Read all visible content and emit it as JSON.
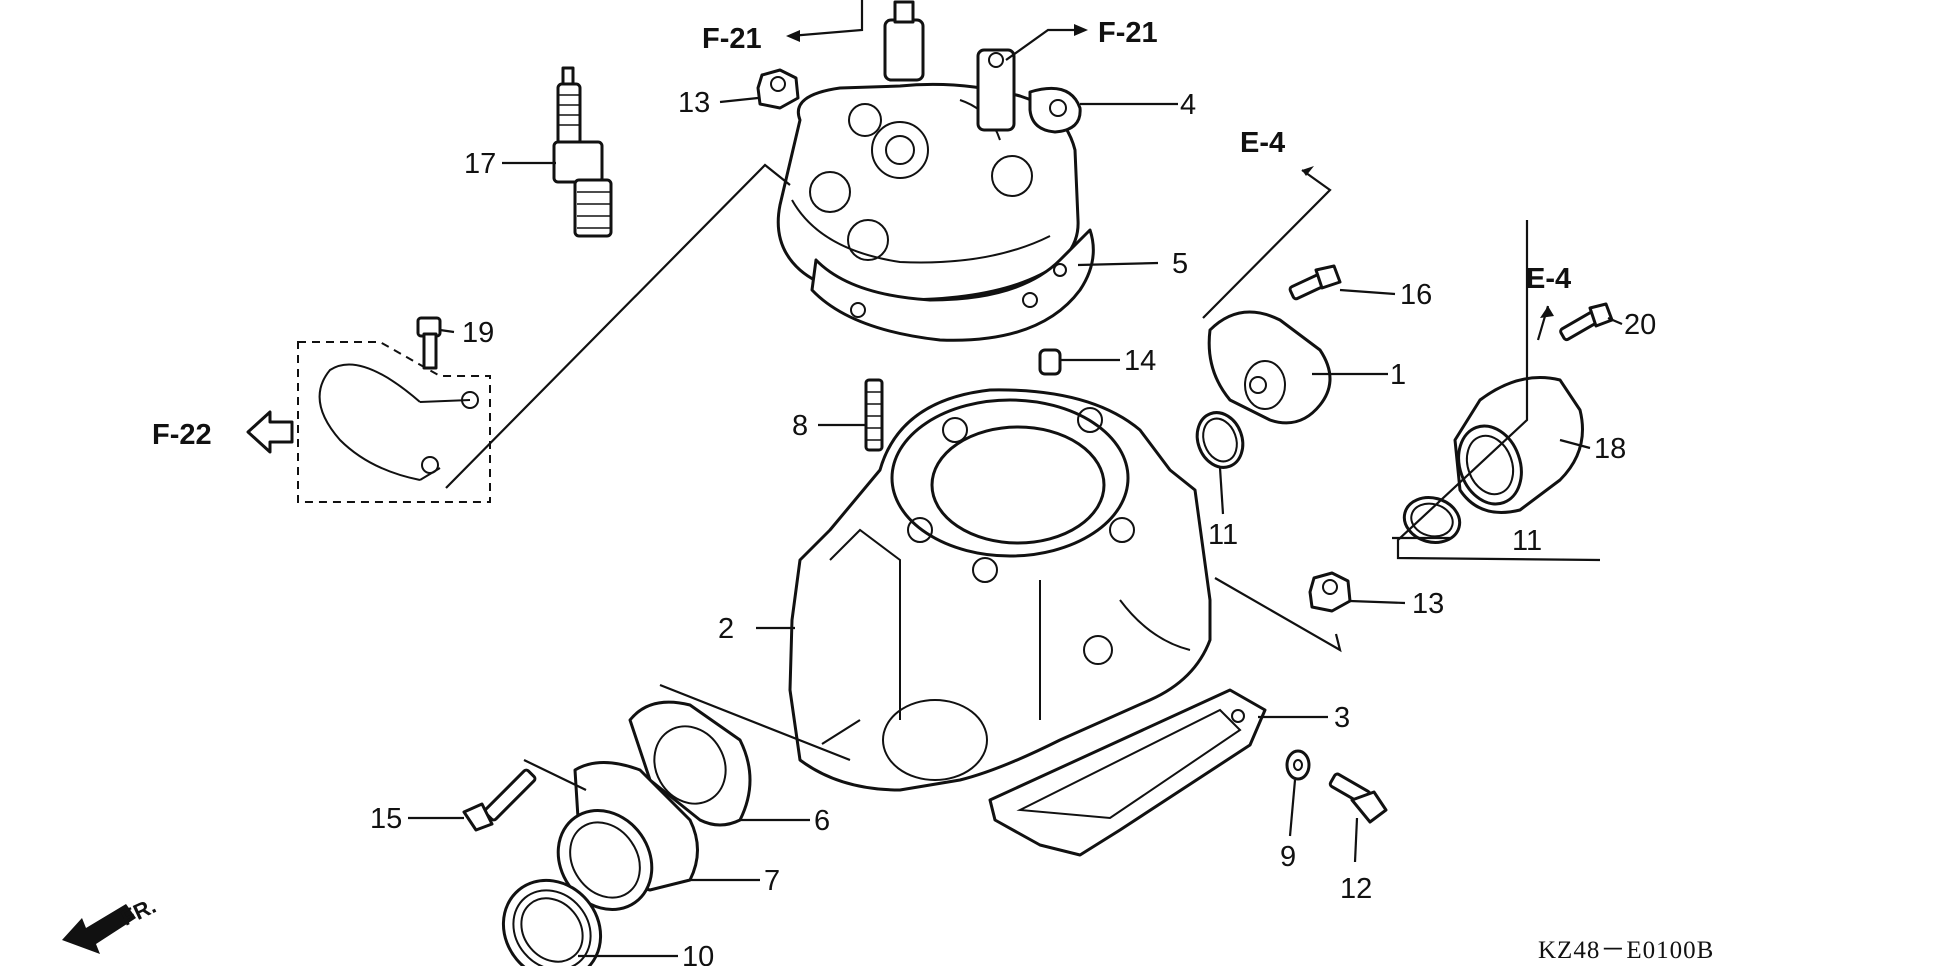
{
  "callouts": {
    "c1": "1",
    "c2": "2",
    "c3": "3",
    "c4": "4",
    "c5": "5",
    "c6": "6",
    "c7": "7",
    "c8": "8",
    "c9": "9",
    "c10": "10",
    "c11a": "11",
    "c11b": "11",
    "c12": "12",
    "c13a": "13",
    "c13b": "13",
    "c14": "14",
    "c15": "15",
    "c16": "16",
    "c17": "17",
    "c18": "18",
    "c19": "19",
    "c20": "20"
  },
  "refs": {
    "f21_left": "F-21",
    "f21_right": "F-21",
    "e4_top": "E-4",
    "e4_right": "E-4",
    "f22": "F-22",
    "front": "FR."
  },
  "diagram_code": "KZ48－E0100B"
}
